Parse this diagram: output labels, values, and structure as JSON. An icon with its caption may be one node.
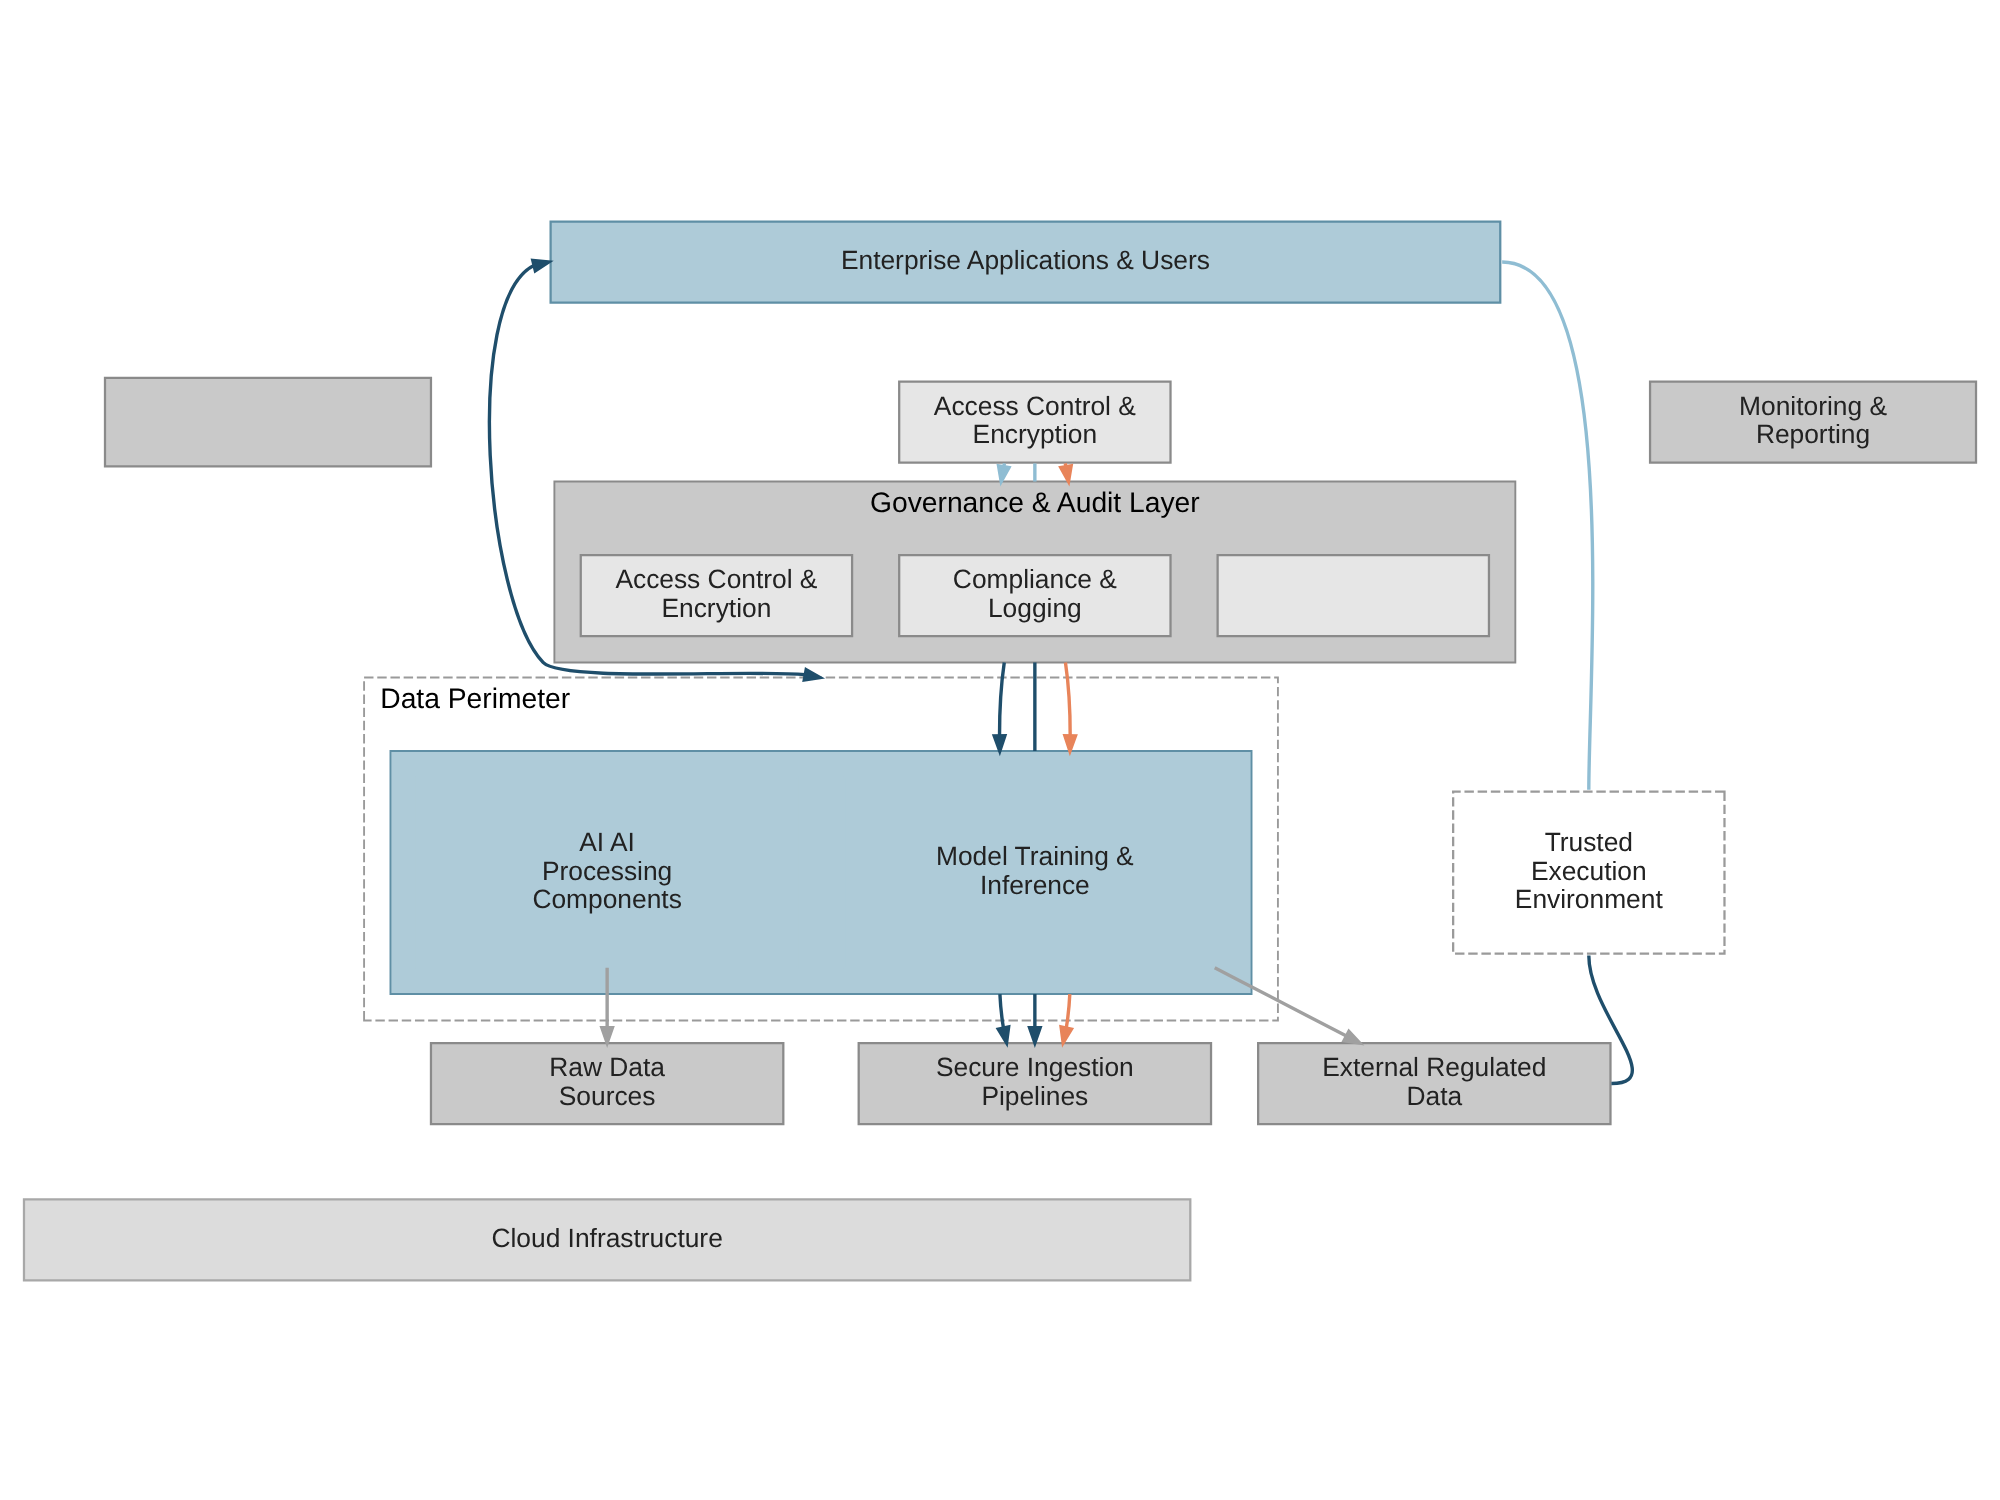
{
  "diagram": {
    "nodes": [
      {
        "text": [
          "Enterprise Applications & Users"
        ]
      },
      {
        "text": [],
        "shape": "box"
      },
      {
        "text": [
          "Access Control & Encryption"
        ]
      },
      {
        "text": [
          "Monitoring & Reporting"
        ]
      },
      {
        "text": [
          "Governance & Audit Layer"
        ]
      },
      {
        "text": [
          "Access Control & Encrytion"
        ],
        "in": 4
      },
      {
        "text": [
          "Compliance & Logging"
        ],
        "in": 4
      },
      {
        "text": [],
        "shape": "box",
        "in": 4
      },
      {
        "text": [
          "Data Perimeter"
        ]
      },
      {
        "text": [],
        "shape": "box",
        "in": 8
      },
      {
        "text": [
          "AI AI Processing Components"
        ],
        "in": 9
      },
      {
        "text": [
          "Model Training & Inference"
        ],
        "in": 9
      },
      {
        "text": [
          "Trusted Execution Environment"
        ]
      },
      {
        "text": [
          "Raw Data Sources"
        ]
      },
      {
        "text": [
          "Secure Ingestion Pipelines"
        ]
      },
      {
        "text": [
          "External Regulated Data"
        ]
      },
      {
        "text": [
          "Cloud Infrastructure"
        ]
      }
    ],
    "edges": [
      {
        "from": 0,
        "to": 8,
        "arrow": "both"
      },
      {
        "from": 0,
        "to": 12,
        "arrow": "none",
        "color": "#8fbdd3"
      },
      {
        "from": 2,
        "to": 4,
        "arrow": "to",
        "color": "#8fbdd3"
      },
      {
        "from": 2,
        "to": 4,
        "arrow": "none",
        "color": "#8fbdd3"
      },
      {
        "from": 2,
        "to": 4,
        "arrow": "to",
        "color": "#e8845a"
      },
      {
        "from": 4,
        "to": 9,
        "arrow": "to"
      },
      {
        "from": 4,
        "to": 9,
        "arrow": "none"
      },
      {
        "from": 4,
        "to": 9,
        "arrow": "to",
        "color": "#e8845a"
      },
      {
        "from": 10,
        "to": 13,
        "arrow": "to",
        "color": "#a0a0a0"
      },
      {
        "from": 9,
        "to": 14,
        "arrow": "to"
      },
      {
        "from": 9,
        "to": 14,
        "arrow": "to"
      },
      {
        "from": 9,
        "to": 14,
        "arrow": "to",
        "color": "#e8845a"
      },
      {
        "from": 11,
        "to": 15,
        "arrow": "to",
        "color": "#a0a0a0"
      },
      {
        "from": 12,
        "to": 15,
        "arrow": "none"
      }
    ]
  }
}
